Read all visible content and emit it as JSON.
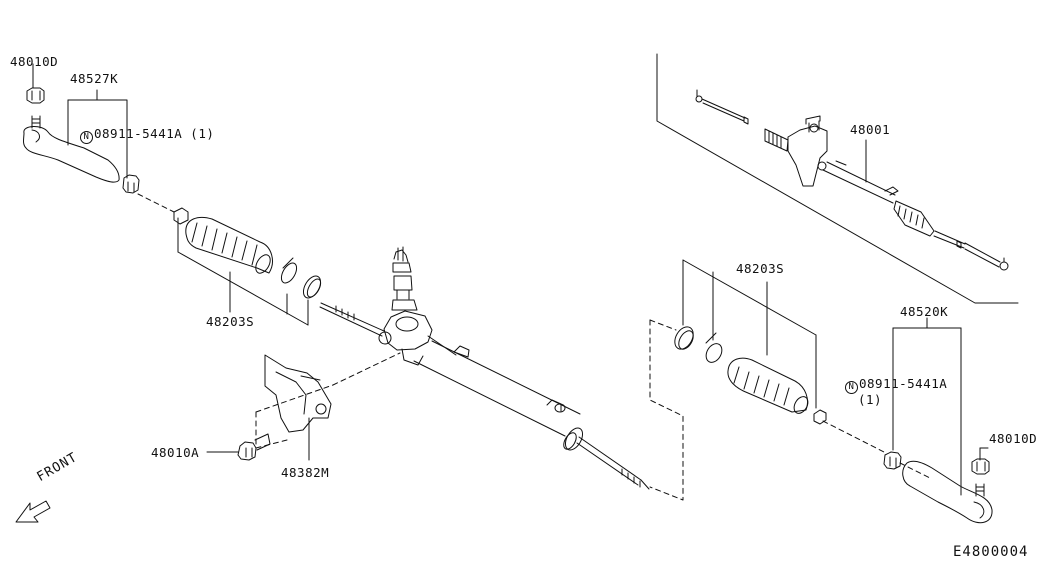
{
  "diagram": {
    "part_labels": {
      "p48010D_left": "48010D",
      "p48527K": "48527K",
      "p08911_left": "08911-5441A (1)",
      "n_mark": "N",
      "p48203S_left": "48203S",
      "p48010A": "48010A",
      "p48382M": "48382M",
      "p48001": "48001",
      "p48203S_right": "48203S",
      "p48520K": "48520K",
      "p08911_right": "08911-5441A",
      "p08911_right_qty": "(1)",
      "p48010D_right": "48010D"
    },
    "front_label": "FRONT",
    "diagram_code": "E4800004"
  }
}
